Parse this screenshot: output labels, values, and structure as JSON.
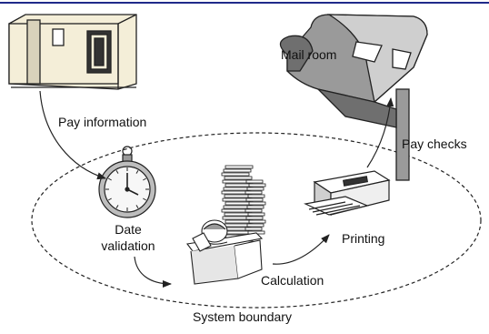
{
  "diagram": {
    "labels": {
      "mail_room": "Mail room",
      "pay_information": "Pay information",
      "pay_checks": "Pay checks",
      "date": "Date",
      "validation": "validation",
      "printing": "Printing",
      "calculation": "Calculation",
      "system_boundary": "System boundary"
    },
    "colors": {
      "top_rule": "#1f2a8a",
      "outline": "#222222",
      "building_fill": "#f4eed8",
      "mailbox_dark": "#6f6f6f",
      "mailbox_mid": "#9a9a9a",
      "mailbox_light": "#cfcfcf"
    },
    "icons": [
      "building-icon",
      "mailbox-icon",
      "pocket-watch-icon",
      "clerk-with-paper-stacks-icon",
      "printer-icon"
    ]
  }
}
